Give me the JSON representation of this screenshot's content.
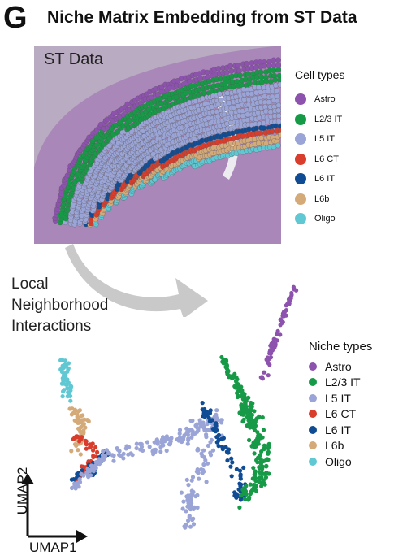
{
  "panel": {
    "letter": "G",
    "title": "Niche Matrix Embedding from ST Data"
  },
  "tissue_panel": {
    "label": "ST Data",
    "legend_title": "Cell types"
  },
  "arrow_label": [
    "Local",
    "Neighborhood",
    "Interactions"
  ],
  "legend_cell_types": [
    {
      "label": "Astro",
      "color": "#8d52ad"
    },
    {
      "label": "L2/3 IT",
      "color": "#179a47"
    },
    {
      "label": "L5 IT",
      "color": "#9aa4d6"
    },
    {
      "label": "L6 CT",
      "color": "#d93d2b"
    },
    {
      "label": "L6 IT",
      "color": "#0f4c94"
    },
    {
      "label": "L6b",
      "color": "#d4aa79"
    },
    {
      "label": "Oligo",
      "color": "#5fc8d3"
    }
  ],
  "legend_niche_title": "Niche types",
  "legend_niche_types": [
    {
      "label": "Astro",
      "color": "#8d52ad"
    },
    {
      "label": "L2/3 IT",
      "color": "#179a47"
    },
    {
      "label": "L5 IT",
      "color": "#9aa4d6"
    },
    {
      "label": "L6 CT",
      "color": "#d93d2b"
    },
    {
      "label": "L6 IT",
      "color": "#0f4c94"
    },
    {
      "label": "L6b",
      "color": "#d4aa79"
    },
    {
      "label": "Oligo",
      "color": "#5fc8d3"
    }
  ],
  "axes": {
    "x_label": "UMAP1",
    "y_label": "UMAP2"
  }
}
